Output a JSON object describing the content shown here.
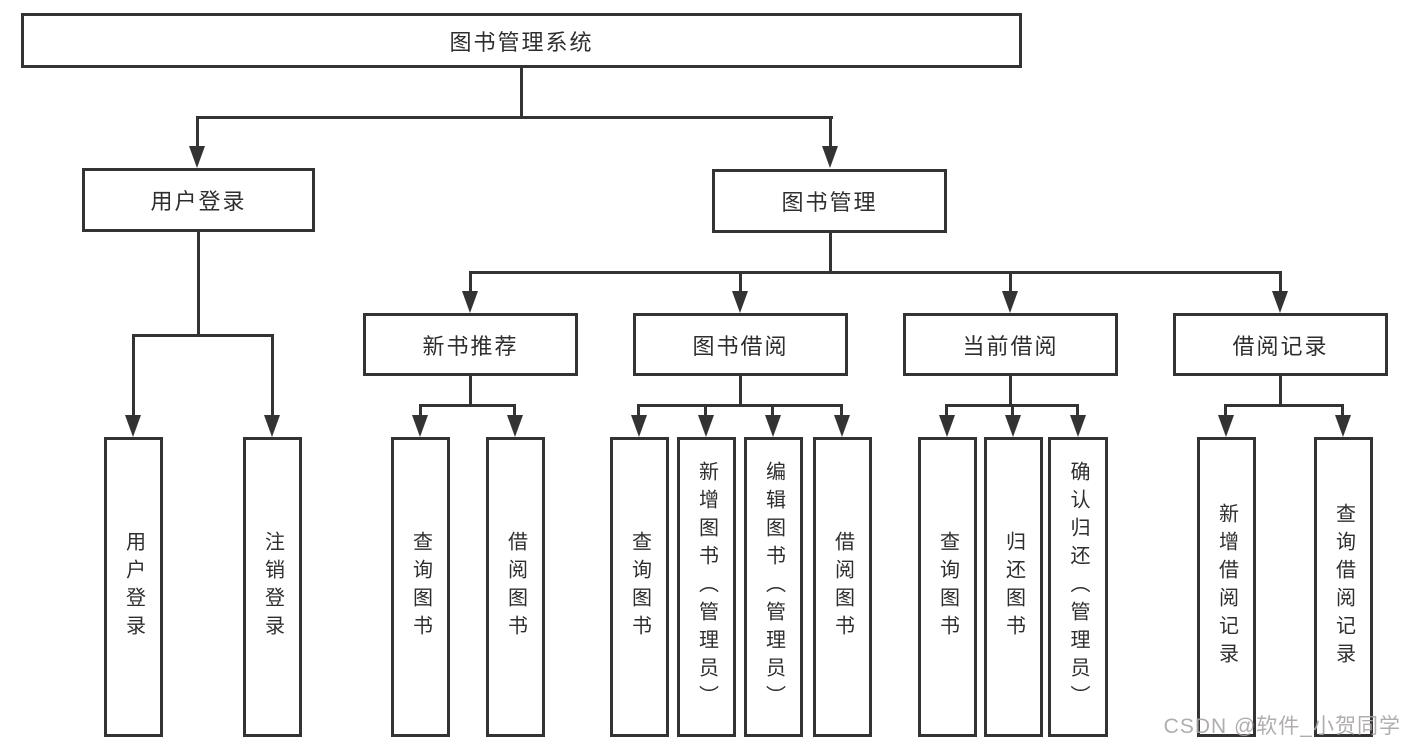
{
  "tree": {
    "root": {
      "label": "图书管理系统"
    },
    "branches": [
      {
        "label": "用户登录",
        "children": [
          {
            "label": "用户登录"
          },
          {
            "label": "注销登录"
          }
        ]
      },
      {
        "label": "图书管理",
        "children": [
          {
            "label": "新书推荐",
            "children": [
              {
                "label": "查询图书"
              },
              {
                "label": "借阅图书"
              }
            ]
          },
          {
            "label": "图书借阅",
            "children": [
              {
                "label": "查询图书"
              },
              {
                "label": "新增图书（管理员）"
              },
              {
                "label": "编辑图书（管理员）"
              },
              {
                "label": "借阅图书"
              }
            ]
          },
          {
            "label": "当前借阅",
            "children": [
              {
                "label": "查询图书"
              },
              {
                "label": "归还图书"
              },
              {
                "label": "确认归还（管理员）"
              }
            ]
          },
          {
            "label": "借阅记录",
            "children": [
              {
                "label": "新增借阅记录"
              },
              {
                "label": "查询借阅记录"
              }
            ]
          }
        ]
      }
    ]
  },
  "watermark": {
    "text": "CSDN @软件_小贺同学"
  },
  "colors": {
    "line": "#333333",
    "text": "#2e2e2e",
    "watermark": "#a9a4a7",
    "background": "#ffffff"
  }
}
